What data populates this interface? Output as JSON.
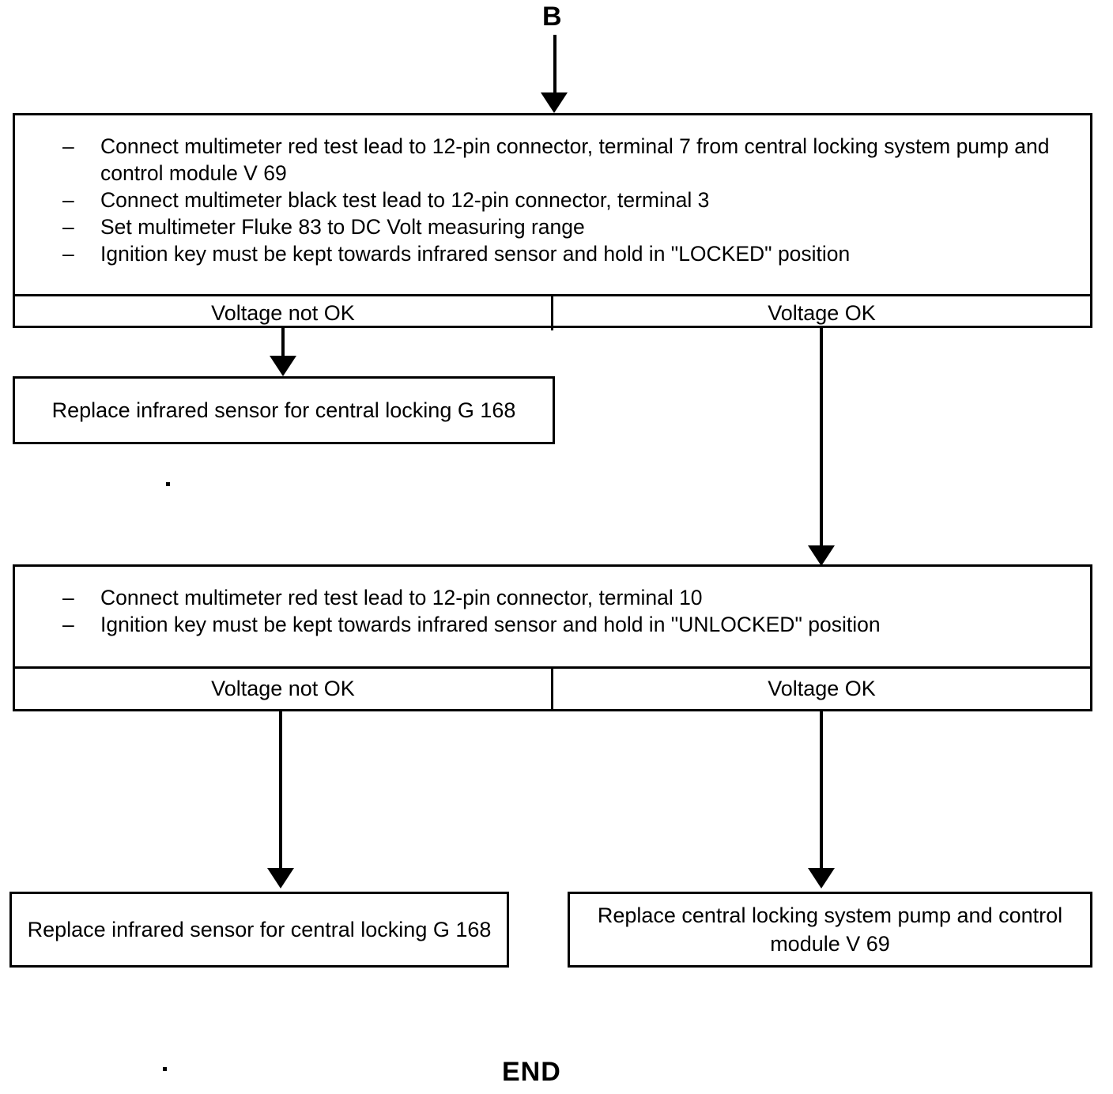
{
  "diagram": {
    "title_label": "B",
    "end_label": "END",
    "entry_connector": "B",
    "outcome_labels": {
      "not_ok": "Voltage not OK",
      "ok": "Voltage OK"
    },
    "steps": [
      {
        "id": "test-locked",
        "instructions": [
          "Connect multimeter red test lead to 12-pin connector, terminal 7 from central locking system pump and control module V 69",
          "Connect multimeter black test lead to 12-pin connector, terminal 3",
          "Set multimeter Fluke 83 to DC Volt measuring range",
          "Ignition key must be kept towards infrared sensor and hold in \"LOCKED\" position"
        ],
        "bullet": "–",
        "results": {
          "left": "Voltage not OK",
          "right": "Voltage OK"
        }
      },
      {
        "id": "test-unlocked",
        "instructions": [
          "Connect multimeter red test lead to 12-pin connector, terminal 10",
          "Ignition key must be kept towards infrared sensor and hold in \"UNLOCKED\" position"
        ],
        "bullet": "–",
        "results": {
          "left": "Voltage not OK",
          "right": "Voltage OK"
        }
      }
    ],
    "actions": [
      {
        "id": "replace-g168-locked",
        "text": "Replace infrared sensor for central locking G 168"
      },
      {
        "id": "replace-g168-unlocked",
        "text": "Replace infrared sensor for central locking G 168"
      },
      {
        "id": "replace-v69",
        "text": "Replace central locking system pump and control module V 69"
      }
    ],
    "colors": {
      "ink": "#000000",
      "paper": "#ffffff"
    }
  }
}
